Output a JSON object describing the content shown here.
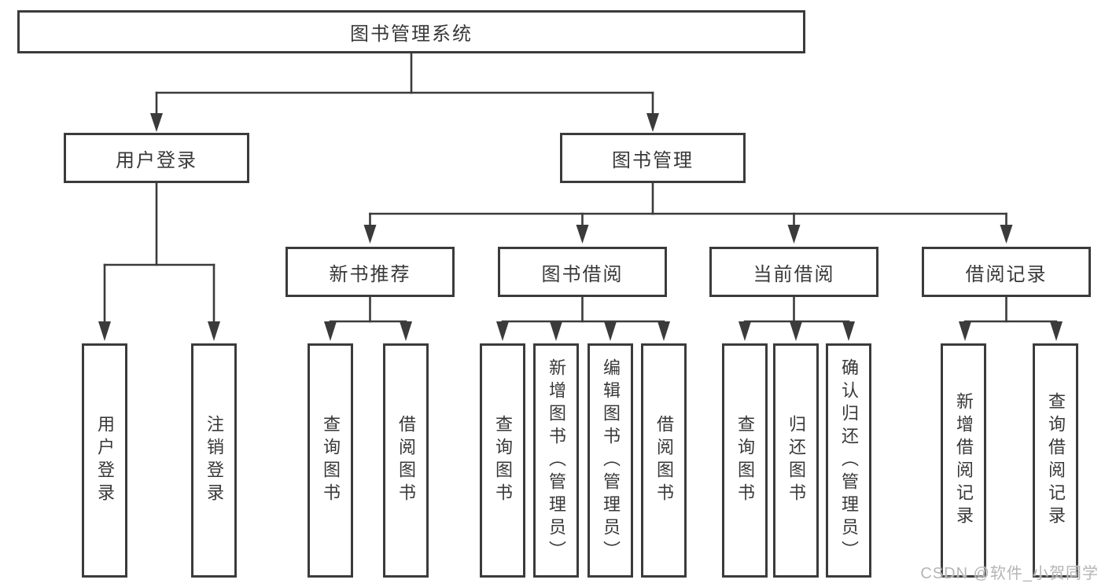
{
  "diagram": {
    "type": "functional-decomposition-tree",
    "colors": {
      "line": "#3b3b3b",
      "box_border": "#3b3b3b",
      "box_fill": "#ffffff",
      "text": "#383838",
      "background": "#ffffff",
      "watermark": "#b5b5b5"
    },
    "tree": {
      "label": "图书管理系统",
      "children": [
        {
          "label": "用户登录",
          "children": [
            {
              "label": "用户登录"
            },
            {
              "label": "注销登录"
            }
          ]
        },
        {
          "label": "图书管理",
          "children": [
            {
              "label": "新书推荐",
              "children": [
                {
                  "label": "查询图书"
                },
                {
                  "label": "借阅图书"
                }
              ]
            },
            {
              "label": "图书借阅",
              "children": [
                {
                  "label": "查询图书"
                },
                {
                  "label": "新增图书（管理员）"
                },
                {
                  "label": "编辑图书（管理员）"
                },
                {
                  "label": "借阅图书"
                }
              ]
            },
            {
              "label": "当前借阅",
              "children": [
                {
                  "label": "查询图书"
                },
                {
                  "label": "归还图书"
                },
                {
                  "label": "确认归还（管理员）"
                }
              ]
            },
            {
              "label": "借阅记录",
              "children": [
                {
                  "label": "新增借阅记录"
                },
                {
                  "label": "查询借阅记录"
                }
              ]
            }
          ]
        }
      ]
    },
    "watermark": {
      "text": "CSDN @软件_小贺同学"
    }
  }
}
